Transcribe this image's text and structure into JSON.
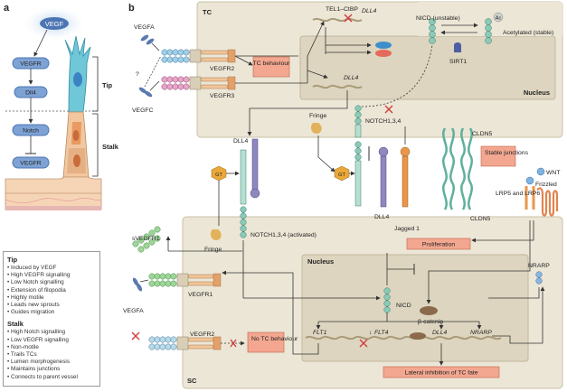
{
  "panel_a": {
    "label": "a",
    "vegf": "VEGF",
    "vegfr": "VEGFR",
    "dll4": "Dll4",
    "notch": "Notch",
    "vegfr2": "VEGFR",
    "tip": "Tip",
    "stalk": "Stalk"
  },
  "legend": {
    "tip_heading": "Tip",
    "tip_items": [
      "Induced by VEGF",
      "High VEGFR signalling",
      "Low Notch signalling",
      "Extension of filopodia",
      "Highly motile",
      "Leads new sprouts",
      "Guides migration"
    ],
    "stalk_heading": "Stalk",
    "stalk_items": [
      "High Notch signalling",
      "Low VEGFR signalling",
      "Non-motile",
      "Trails TCs",
      "Lumen morphogenesis",
      "Maintains junctions",
      "Connects to parent vessel"
    ]
  },
  "panel_b": {
    "label": "b",
    "tc": "TC",
    "sc": "SC",
    "nucleus_tc": "Nucleus",
    "nucleus_sc": "Nucleus",
    "vegfa_top": "VEGFA",
    "vegfc": "VEGFC",
    "question": "?",
    "vegfr2_top": "VEGFR2",
    "vegfr3": "VEGFR3",
    "tc_behaviour": "TC behaviour",
    "tel1": "TEL1–CtBP",
    "dll4_gene_top": "DLL4",
    "dll4_gene_mid": "DLL4",
    "nicd_unstable": "NICD (unstable)",
    "acetylated": "Acetylated (stable)",
    "ac": "Ac",
    "sirt1": "SIRT1",
    "notch_top": "NOTCH1,3,4",
    "fringe_top": "Fringe",
    "dll4_left": "DLL4",
    "cldn5_top": "CLDN5",
    "cldn5_bottom": "CLDN5",
    "stable_junctions": "Stable junctions",
    "wnt": "WNT",
    "frizzled": "Frizzled",
    "lrp": "LRP5 and LRP6",
    "gt_left": "GT",
    "gt_right": "GT",
    "fringe_bottom": "Fringe",
    "notch_activated": "NOTCH1,3,4 (activated)",
    "dll4_right": "DLL4",
    "jagged1": "Jagged 1",
    "proliferation": "Proliferation",
    "svegfr1": "sVEGFR1",
    "vegfr1": "VEGFR1",
    "vegfa_bottom": "VEGFA",
    "vegfr2_bottom": "VEGFR2",
    "no_tc_behaviour": "No TC behaviour",
    "nicd_sc": "NICD",
    "beta_catenin": "β-catenin",
    "nrarp_protein": "NRARP",
    "flt1": "FLT1",
    "flt4": "FLT4",
    "dll4_gene_sc": "DLL4",
    "nrarp_gene": "NRARP",
    "lateral_inhibition": "Lateral inhibition of TC fate"
  },
  "colors": {
    "cell_bg": "#ece6d6",
    "nucleus_bg": "#ddd5bf",
    "salmon_box": "#f3a790",
    "notch_teal": "#8cc9b8",
    "dll4_purple": "#8f87bd",
    "jagged_orange": "#e9964a",
    "red_x": "#d23c3c",
    "vegf_blue": "#5a7ab0"
  }
}
